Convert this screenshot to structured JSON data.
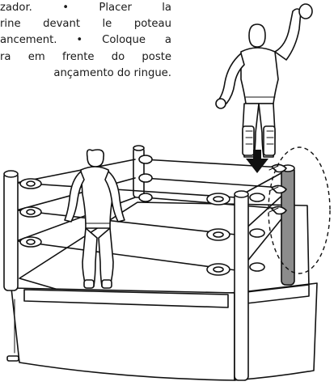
{
  "instructions": {
    "lines": [
      "zador. • Placer la",
      "rine devant le poteau",
      "ancement. • Coloque a",
      "ra em frente do poste",
      "ançamento do ringue."
    ]
  },
  "colors": {
    "ink": "#111111",
    "launch_post": "#8c8c8c",
    "arrow": "#111111"
  },
  "icons": {
    "figure_jumping": "wrestler-figure-jumping",
    "figure_standing": "wrestler-figure-standing",
    "arrow": "arrow-down-icon",
    "highlight": "dashed-ellipse"
  }
}
